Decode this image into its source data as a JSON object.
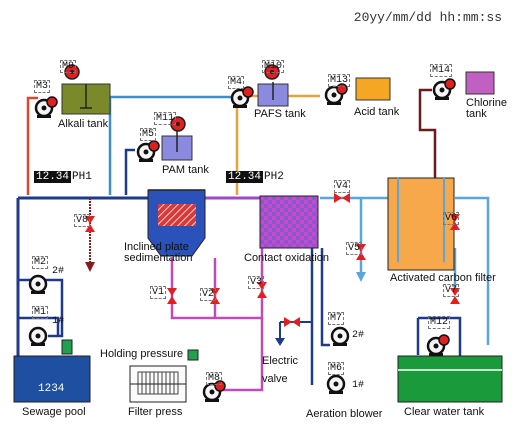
{
  "timestamp": "20yy/mm/dd hh:mm:ss",
  "tanks": {
    "alkali": "Alkali tank",
    "pafs": "PAFS tank",
    "acid": "Acid tank",
    "chlorine": "Chlorine tank",
    "pam": "PAM tank"
  },
  "units": {
    "inclined": "Inclined plate sedimentation",
    "contact": "Contact oxidation",
    "carbon": "Activated carbon filter",
    "sewage": "Sewage pool",
    "sewage_display": "1234",
    "filter_press": "Filter press",
    "holding": "Holding pressure",
    "aeration": "Aeration blower",
    "clear_water": "Clear water tank",
    "electric_valve": "Electric valve"
  },
  "ph_meters": [
    {
      "value": "12.34",
      "name": "PH1"
    },
    {
      "value": "12.34",
      "name": "PH2"
    }
  ],
  "motors": {
    "M1": "M1",
    "M2": "M2",
    "M3": "M3",
    "M4": "M4",
    "M5": "M5",
    "M6": "M6",
    "M7": "M7",
    "M8": "M8",
    "M9": "M9",
    "M10": "M10",
    "M11": "M11",
    "M12": "M12",
    "M13": "M13",
    "M14": "M14"
  },
  "valves": {
    "V1": "V1",
    "V2": "V2",
    "V3": "V3",
    "V4": "V4",
    "V5": "V5",
    "V6": "V6",
    "V7": "V7",
    "V8": "V8"
  },
  "pump_numbers": {
    "p2": "2#",
    "p1": "1#",
    "b2": "2#",
    "b1": "1#"
  },
  "colors": {
    "main_pipe": "#1e3a8a",
    "pam_pipe": "#1e3a8a",
    "alkali_pipe": "#e0442a",
    "pafs_pipe": "#3b8fd0",
    "acid_pipe": "#e8a23c",
    "chlorine_pipe": "#6b1a1a",
    "sludge_pipe": "#c04ab8",
    "clear_pipe": "#59a6dd",
    "alkali_liquid": "#7a8a2a",
    "pafs_liquid": "#8a8adf",
    "acid_liquid": "#f5a623",
    "chlorine_liquid": "#c060c0",
    "carbon_fill": "#f7a84a",
    "clear_water_fill": "#1a9a3a",
    "sewage_fill": "#1e4fa0",
    "valve_red": "#e02020"
  }
}
